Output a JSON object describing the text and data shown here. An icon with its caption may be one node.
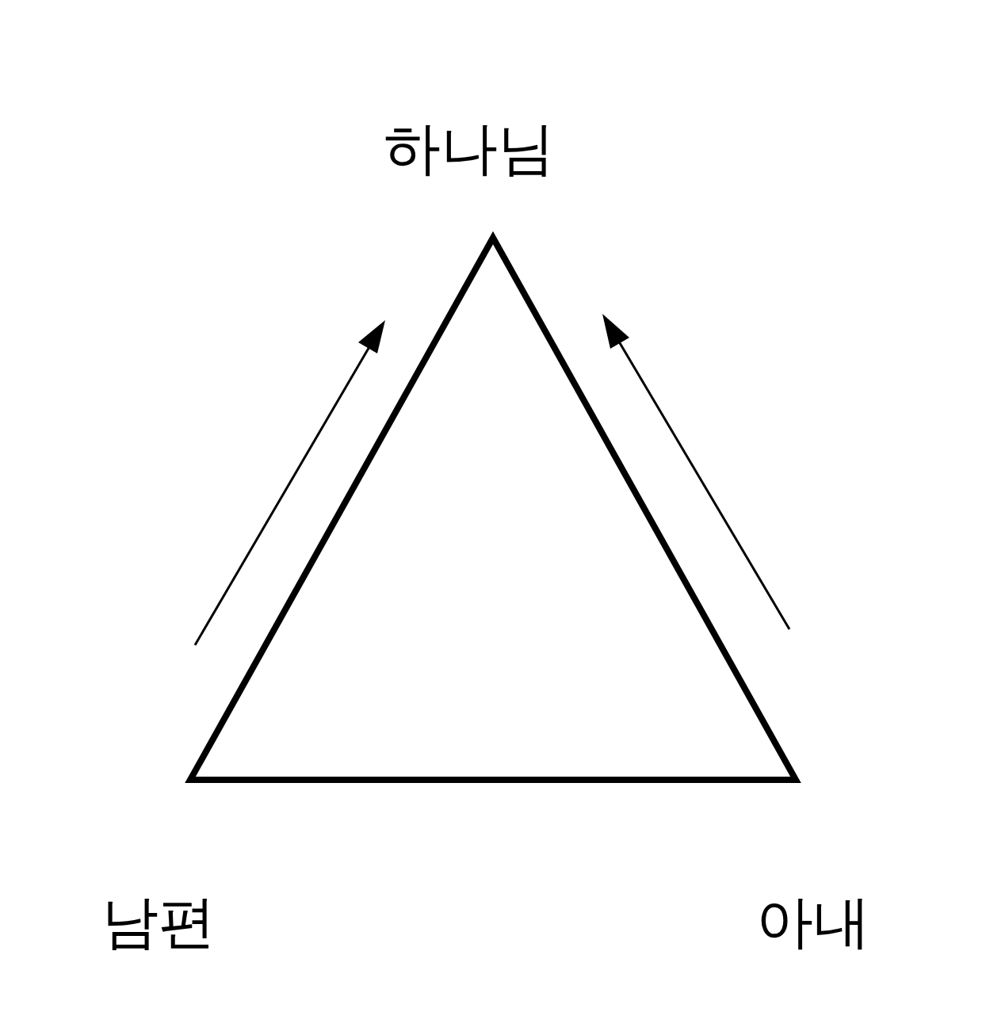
{
  "diagram": {
    "nodes": [
      {
        "text": [
          "하나님"
        ]
      },
      {
        "text": [
          "남편"
        ]
      },
      {
        "text": [
          "아내"
        ]
      }
    ]
  }
}
